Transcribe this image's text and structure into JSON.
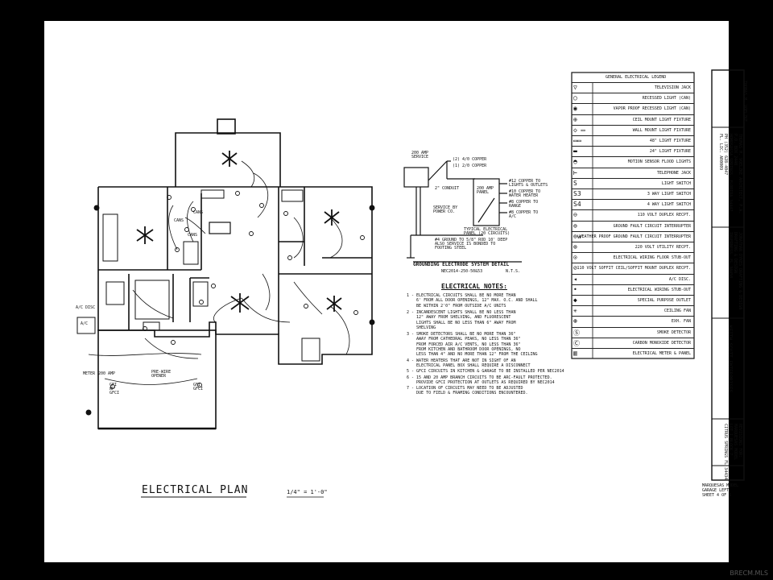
{
  "plan": {
    "title": "ELECTRICAL PLAN",
    "scale": "1/4\" = 1'-0\"",
    "labels": {
      "ac_disc": "A/C DISC",
      "ac": "A/C",
      "meter": "METER",
      "amp200": "200 AMP",
      "pre_wire": "PRE-WIRE\nOPENER",
      "gfi1": "GFI\nWP\nGFCI",
      "gfi2": "GFI\nGFCI",
      "cans1": "CANS",
      "cans2": "CANS",
      "cans3": "CANS"
    }
  },
  "grounding": {
    "service": "200 AMP\nSERVICE",
    "wire1": "(2) 4/0 COPPER",
    "wire2": "(1) 2/0 COPPER",
    "conduit": "2\" CONDUIT",
    "panel": "200 AMP\nPANEL",
    "c1": "#12 COPPER TO\nLIGHTS & OUTLETS",
    "c2": "#10 COPPER TO\nWATER HEATER",
    "c3": "#8 COPPER TO\nRANGE",
    "c4": "#8 COPPER TO\nA/C",
    "power": "SERVICE BY\nPOWER CO.",
    "typical": "TYPICAL ELECTRICAL\nPANEL (20 CIRCUITS)",
    "ground": "#4 GROUND TO 5/8\" ROD 10' DEEP\nALSO SERVICE IS BONDED TO\nFOOTING STEEL",
    "title": "GROUNDING ELECTRODE SYSTEM DETAIL",
    "ref": "NEC2014-250-50&53",
    "nts": "N.T.S."
  },
  "notes": {
    "title": "ELECTRICAL NOTES:",
    "items": [
      "1 - ELECTRICAL CIRCUITS SHALL BE NO MORE THAN\n    6' FROM ALL DOOR OPENINGS, 12\" MAX. O.C. AND SHALL\n    BE WITHIN 2'0\" FROM OUTSIDE A/C UNITS",
      "2 - INCANDESCENT LIGHTS SHALL BE NO LESS THAN\n    12\" AWAY FROM SHELVING, AND FLUORESCENT\n    LIGHTS SHALL BE NO LESS THAN 6\" AWAY FROM\n    SHELVING",
      "3 - SMOKE DETECTORS SHALL BE NO MORE THAN 36\"\n    AWAY FROM CATHEDRAL PEAKS, NO LESS THAN 36\"\n    FROM FORCED AIR A/C VENTS, NO LESS THAN 36\"\n    FROM KITCHEN AND BATHROOM DOOR OPENINGS, NO\n    LESS THAN 4\" AND NO MORE THAN 12\" FROM THE CEILING",
      "4 - WATER HEATERS THAT ARE NOT IN SIGHT OF AN\n    ELECTRICAL PANEL BOX SHALL REQUIRE A DISCONNECT",
      "5 - GFCI CIRCUITS IN KITCHEN & GARAGE TO BE INSTALLED PER NEC2014",
      "6 - 15 AND 20 AMP BRANCH CIRCUITS TO BE ARC-FAULT PROTECTED.\n    PROVIDE GFCI PROTECTION AT OUTLETS AS REQUIRED BY NEC2014",
      "7 - LOCATION OF CIRCUITS MAY NEED TO BE ADJUSTED\n    DUE TO FIELD & FRAMING CONDITIONS ENCOUNTERED."
    ]
  },
  "legend": {
    "title": "GENERAL ELECTRICAL LEGEND",
    "items": [
      {
        "sym": "▽",
        "label": "TELEVISION JACK"
      },
      {
        "sym": "◯",
        "label": "RECESSED LIGHT (CAN)"
      },
      {
        "sym": "◉",
        "label": "VAPOR PROOF RECESSED LIGHT (CAN)"
      },
      {
        "sym": "⊕",
        "label": "CEIL MOUNT LIGHT FIXTURE"
      },
      {
        "sym": "◇ ▭",
        "label": "WALL MOUNT LIGHT FIXTURE"
      },
      {
        "sym": "▭▭",
        "label": "48\" LIGHT FIXTURE"
      },
      {
        "sym": "▬",
        "label": "24\" LIGHT FIXTURE"
      },
      {
        "sym": "◓",
        "label": "MOTION SENSOR FLOOD LIGHTS"
      },
      {
        "sym": "⊢",
        "label": "TELEPHONE JACK"
      },
      {
        "sym": "S",
        "label": "LIGHT SWITCH"
      },
      {
        "sym": "S3",
        "label": "3 WAY LIGHT SWITCH"
      },
      {
        "sym": "S4",
        "label": "4 WAY LIGHT SWITCH"
      },
      {
        "sym": "⊖",
        "label": "110 VOLT DUPLEX RECPT."
      },
      {
        "sym": "⊜",
        "label": "GROUND FAULT CIRCUIT INTERRUPTER"
      },
      {
        "sym": "⊜w",
        "label": "WEATHER PROOF GROUND FAULT CIRCUIT INTERRUPTER"
      },
      {
        "sym": "⊗",
        "label": "220 VOLT UTILITY RECPT."
      },
      {
        "sym": "⊙",
        "label": "ELECTRICAL WIRING FLOOR STUB-OUT"
      },
      {
        "sym": "⊘",
        "label": "110 VOLT SOFFIT CEIL/SOFFIT MOUNT DUPLEX RECPT."
      },
      {
        "sym": "◂",
        "label": "A/C DISC."
      },
      {
        "sym": "•",
        "label": "ELECTRICAL WIRING STUB-OUT"
      },
      {
        "sym": "◆",
        "label": "SPECIAL PURPOSE OUTLET"
      },
      {
        "sym": "✳",
        "label": "CEILING FAN"
      },
      {
        "sym": "⊛",
        "label": "EXH. FAN"
      },
      {
        "sym": "Ⓢ",
        "label": "SMOKE DETECTOR"
      },
      {
        "sym": "Ⓒ",
        "label": "CARBON MONOXIDE DETECTOR"
      },
      {
        "sym": "▥",
        "label": "ELECTRICAL METER & PANEL"
      }
    ]
  },
  "title_block": {
    "stamp": "THOMAS M. VOELZKE",
    "architect": "THOMAS M. VOELZKE ARCHITECT, P.A.\nP.O. BOX 2440\nHOMOSASSA SPRINGS, FLORIDA 34447\nPH (352) 628-4047\nFL. LIC. AR0009",
    "drafting": "JONATHAN DYKES DRAFTING & DESIGN\nDRAFTING & DESIGN\nINVERNESS, FL 34450",
    "enterprises": "KEITH SCOTT ENTERPRISES",
    "project": "REVISIONS FOR:\nMARQUESAS MODEL\nLOT 1 BLOCK 7\nCITRUS SPRINGS FL 34434",
    "sheet": "MARQUESAS MODEL\nGARAGE LEFT\nSHEET 4 OF 6"
  },
  "watermark": "BRECM.MLS"
}
